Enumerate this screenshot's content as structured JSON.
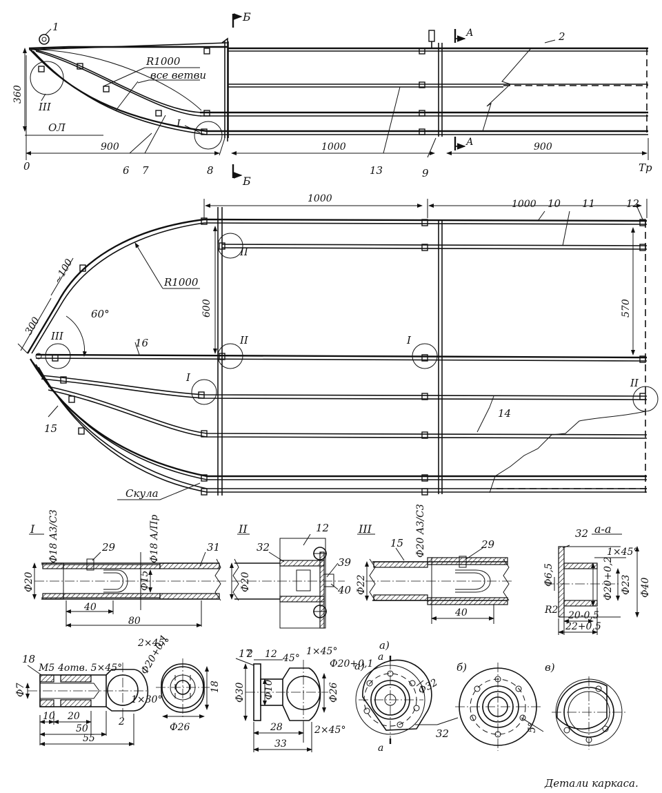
{
  "caption": "Детали каркаса.",
  "top_view": {
    "section_b_label": "Б",
    "section_a_label": "А",
    "part_labels": [
      "1",
      "2",
      "6",
      "7",
      "8",
      "9",
      "13"
    ],
    "radius_label": "R1000",
    "all_branches_label": "все ветви",
    "detail_labels": [
      "III",
      "I"
    ],
    "waterline_label": "ОЛ",
    "origin_label": "0",
    "transom_label": "Тр",
    "dims": {
      "height": "360",
      "d1": "900",
      "d2": "1000",
      "d3": "900"
    }
  },
  "plan_view": {
    "part_labels": [
      "10",
      "11",
      "12",
      "14",
      "15",
      "16"
    ],
    "dims": {
      "top1": "1000",
      "top2": "1000",
      "left_height": "600",
      "right_height": "570",
      "slope_short": "~100",
      "slope_long": "300"
    },
    "radius_label": "R1000",
    "angle_label": "60°",
    "chine_label": "Скула",
    "detail_labels": [
      "III",
      "II",
      "I",
      "II",
      "I",
      "II"
    ]
  },
  "details": {
    "detail_I": {
      "title": "I",
      "fit_left": "Ф18 А3/С3",
      "fit_right": "Ф18 А/Пр",
      "part_29": "29",
      "part_31": "31",
      "outer_d": "Ф20",
      "inner_d": "Ф15",
      "dim_40": "40",
      "dim_80": "80"
    },
    "detail_II": {
      "title": "II",
      "part_12": "12",
      "part_32": "32",
      "part_39": "39",
      "part_40": "40",
      "outer_d": "Ф20"
    },
    "detail_III": {
      "title": "III",
      "part_15": "15",
      "fit": "Ф20 А3/С3",
      "part_29": "29",
      "outer_d": "Ф22",
      "dim_40": "40"
    },
    "section_aa": {
      "title": "а-а",
      "part_32": "32",
      "chamfer": "1×45°",
      "d_65": "Ф6,5",
      "d_20": "Ф20+0,2",
      "d_23": "Ф23",
      "d_40": "Ф40",
      "r2": "R2",
      "dim_20": "20-0,5",
      "dim_22": "22+0,5"
    },
    "part_18": {
      "num": "18",
      "thread": "М5",
      "holes": "4отв. 5×45°",
      "chamfer": "2×45°",
      "bore": "Ф20+0,1",
      "d7": "Ф7",
      "dim_10": "10",
      "dim_20": "20",
      "dim_50": "50",
      "dim_55": "55",
      "dim_2": "2",
      "angle": "1×30°",
      "d26": "Ф26",
      "dim_18": "18"
    },
    "part_17": {
      "num": "17",
      "dim_2": "2",
      "dim_12": "12",
      "angle": "45°",
      "chamfer": "1×45°",
      "bore": "Ф20+0,1",
      "d30": "Ф30",
      "d10": "Ф10",
      "d26": "Ф26",
      "dim_28": "28",
      "dim_33": "33",
      "chamfer2": "2×45°",
      "label_a": "а)"
    },
    "flanges": {
      "label_a": "а)",
      "label_b": "б)",
      "label_v": "в)",
      "section_mark": "а",
      "d32": "Ф32",
      "part_32": "32",
      "angle5": "5°"
    }
  }
}
